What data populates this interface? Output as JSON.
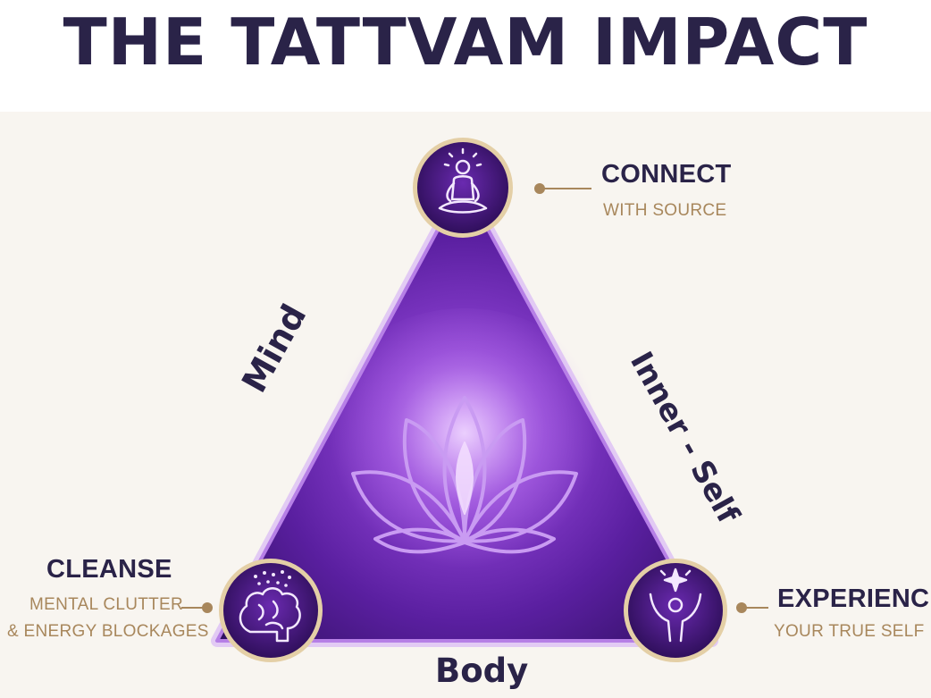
{
  "title": "THE TATTVAM IMPACT",
  "sides": {
    "left": "Mind",
    "right": "Inner - Self",
    "bottom": "Body"
  },
  "nodes": {
    "top": {
      "heading": "CONNECT",
      "sub": "WITH SOURCE",
      "icon": "meditation-icon"
    },
    "left": {
      "heading": "CLEANSE",
      "sub1": "MENTAL CLUTTER",
      "sub2": "& ENERGY BLOCKAGES",
      "icon": "brain-icon"
    },
    "right": {
      "heading": "EXPERIENCE",
      "sub": "YOUR TRUE SELF",
      "icon": "raised-arms-icon"
    }
  },
  "center_icon": "lotus-icon",
  "colors": {
    "title": "#2a2348",
    "triangle_core": "#b97af0",
    "triangle_edge": "#2e0f5e",
    "node_ring": "#e4cfa6",
    "subtext": "#a8875c"
  }
}
